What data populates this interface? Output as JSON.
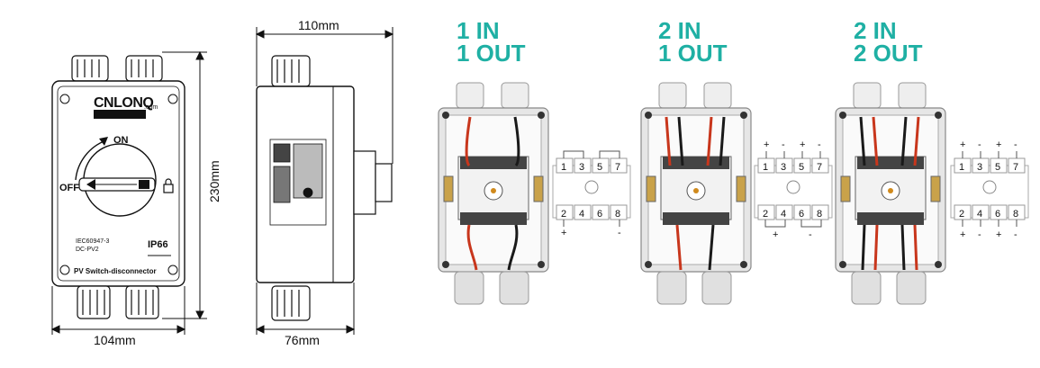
{
  "dimensions": {
    "front_width": "104mm",
    "height": "230mm",
    "side_depth": "76mm",
    "side_top": "110mm"
  },
  "front_label": {
    "brand": "CNLONQ",
    "brand_sub": ".com",
    "on": "ON",
    "off": "OFF",
    "standard_1": "IEC60947-3",
    "standard_2": "DC-PV2",
    "ip_rating": "IP66",
    "footer": "PV Switch-disconnector"
  },
  "configs": [
    {
      "line1": "1 IN",
      "line2": "1 OUT"
    },
    {
      "line1": "2 IN",
      "line2": "1 OUT"
    },
    {
      "line1": "2 IN",
      "line2": "2 OUT"
    }
  ],
  "terminals": {
    "top": [
      "1",
      "3",
      "5",
      "7"
    ],
    "bottom": [
      "2",
      "4",
      "6",
      "8"
    ]
  },
  "polarity": {
    "plus": "+",
    "minus": "-"
  },
  "colors": {
    "teal": "#1fb0a4",
    "red_wire": "#c8361c",
    "black_wire": "#1a1a1a",
    "body_gray": "#e6e6e6"
  }
}
